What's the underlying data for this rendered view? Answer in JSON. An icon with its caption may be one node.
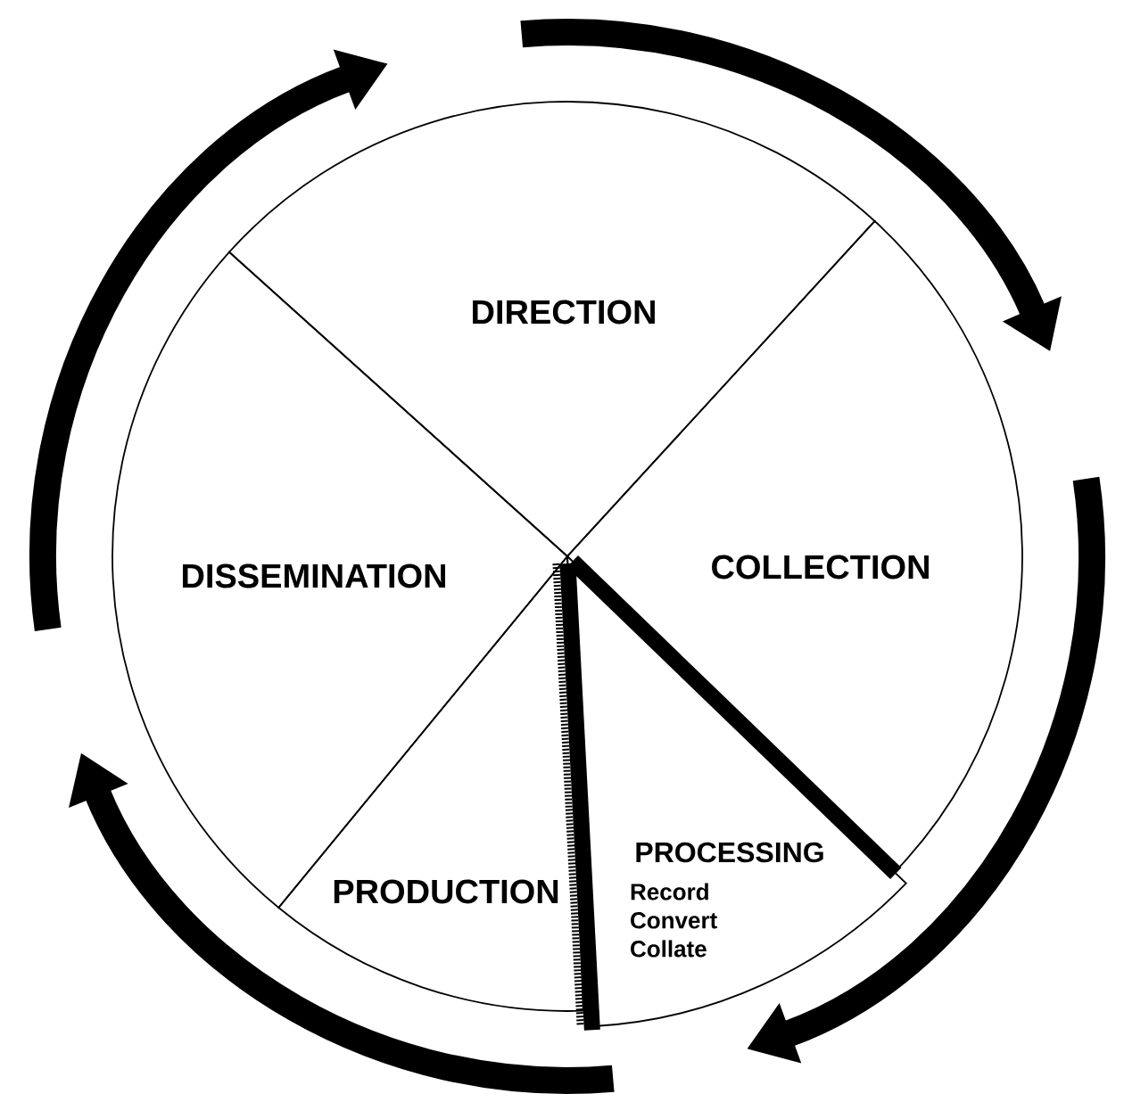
{
  "diagram": {
    "nodes": [
      {
        "text": [
          "DIRECTION"
        ]
      },
      {
        "text": [
          "COLLECTION"
        ]
      },
      {
        "text": [
          "PROCESSING",
          "Record Convert Collate"
        ]
      },
      {
        "text": [
          "PRODUCTION"
        ]
      },
      {
        "text": [
          "DISSEMINATION"
        ]
      }
    ]
  }
}
